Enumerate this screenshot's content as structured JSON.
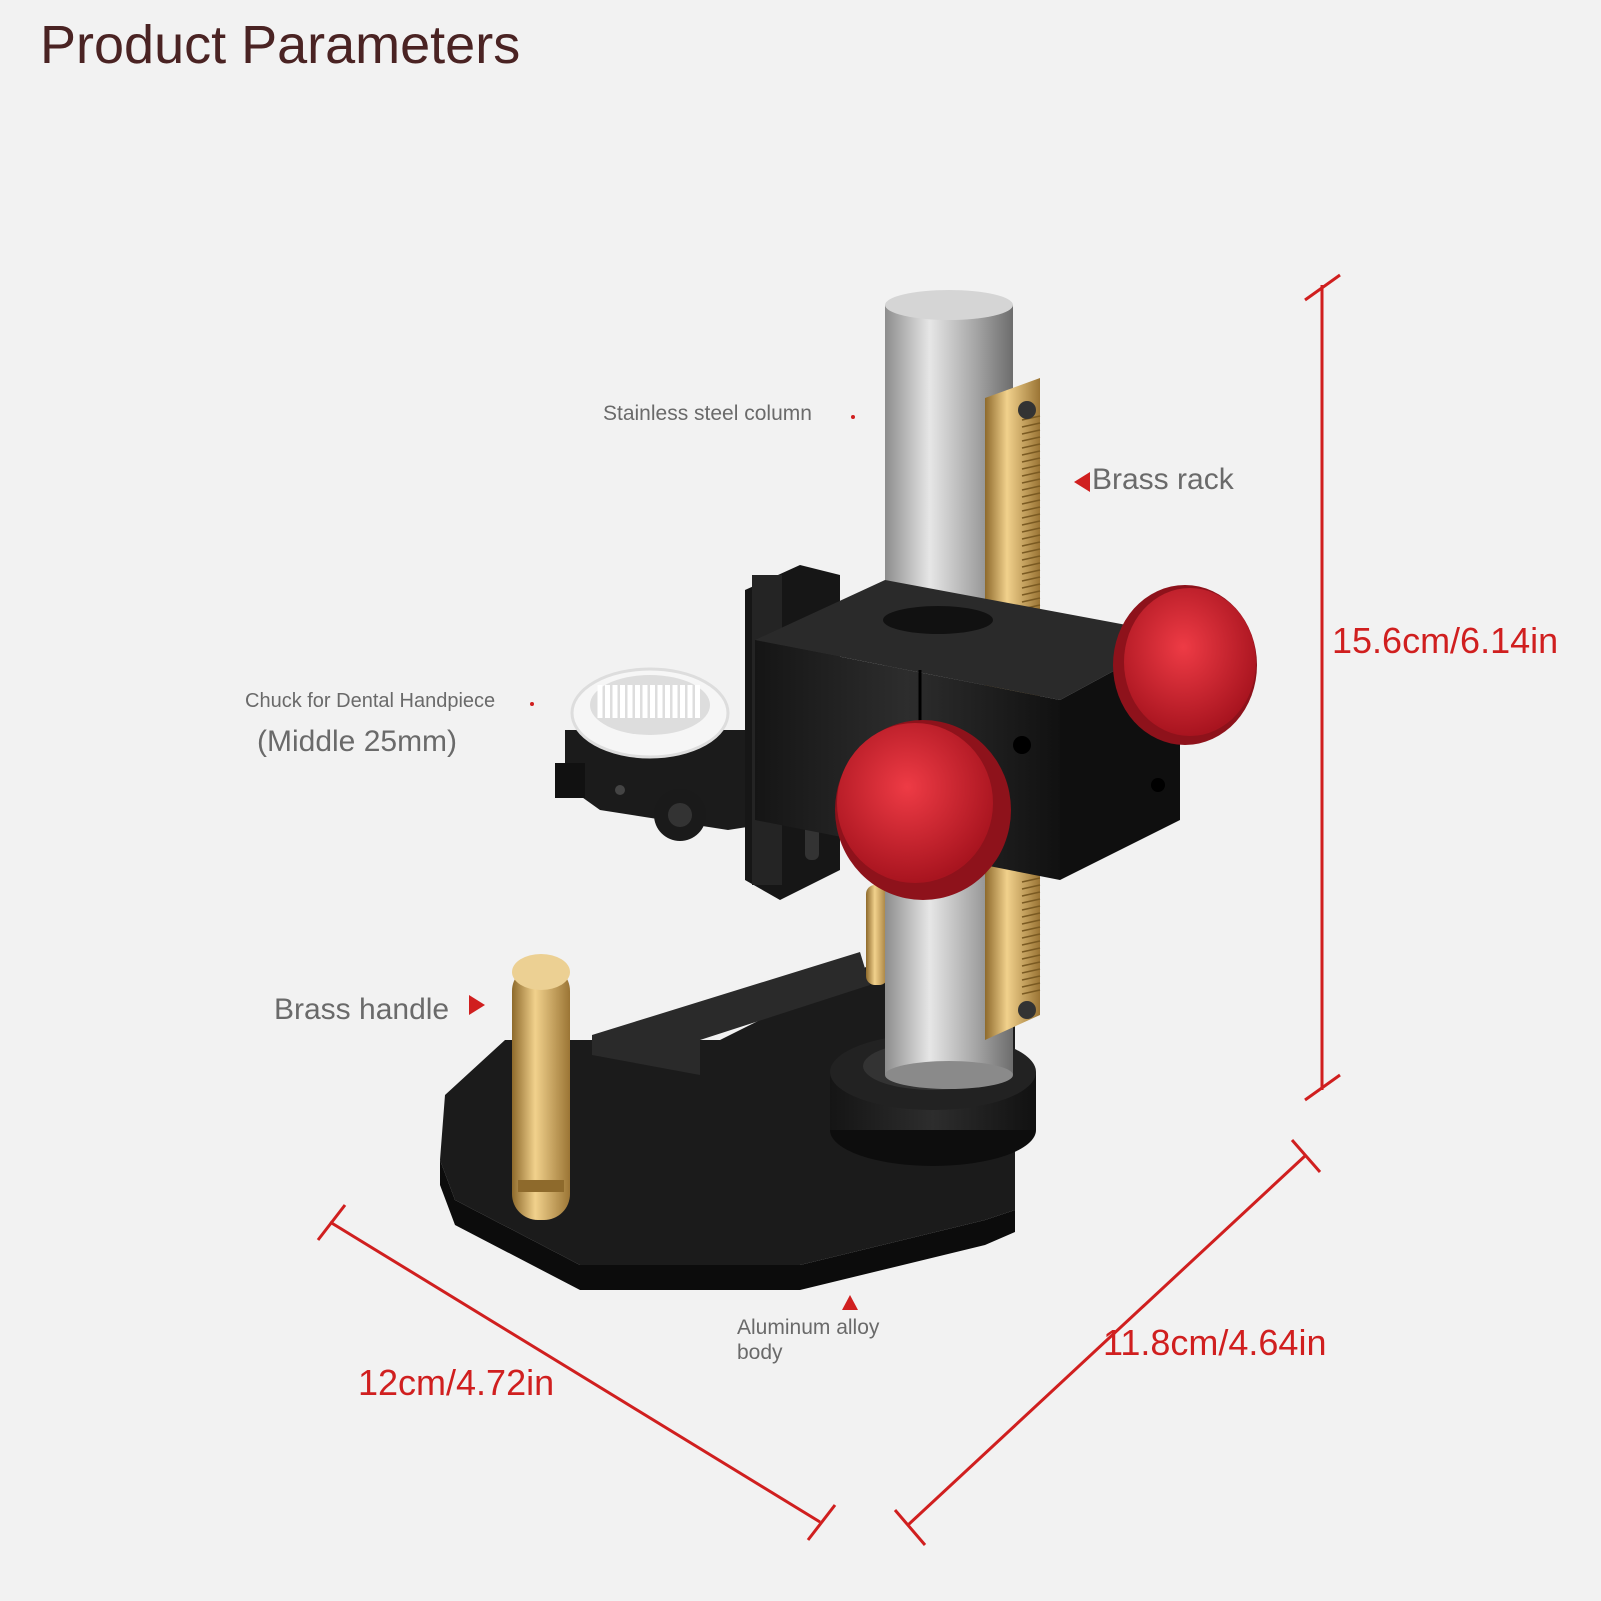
{
  "title": "Product Parameters",
  "labels": {
    "column": "Stainless steel column",
    "rack": "Brass rack",
    "chuck": "Chuck for Dental Handpiece",
    "chuck_size": "(Middle 25mm)",
    "handle": "Brass handle",
    "body_line1": "Aluminum alloy",
    "body_line2": "body"
  },
  "dimensions": {
    "height": "15.6cm/6.14in",
    "width": "12cm/4.72in",
    "depth": "11.8cm/4.64in"
  },
  "colors": {
    "dimension_line": "#d01f1f",
    "title": "#4a2323",
    "knob": "#c8202e",
    "brass": "#c9a35a",
    "steel": "#b9b9b9",
    "body": "#1e1e1e"
  }
}
